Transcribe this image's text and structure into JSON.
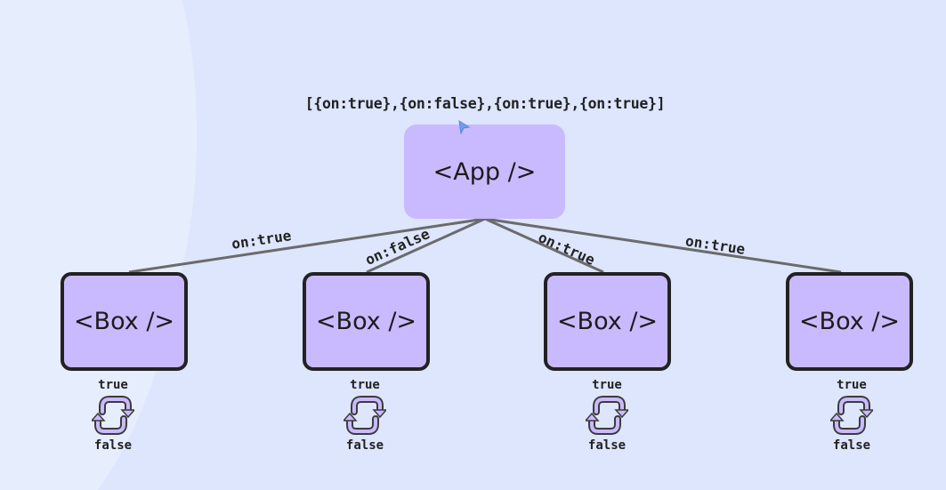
{
  "state_array": "[{on:true},{on:false},{on:true},{on:true}]",
  "app": {
    "label": "<App />"
  },
  "boxes": [
    {
      "label": "<Box />",
      "edge_label": "on:true",
      "toggle_top": "true",
      "toggle_bottom": "false"
    },
    {
      "label": "<Box />",
      "edge_label": "on:false",
      "toggle_top": "true",
      "toggle_bottom": "false"
    },
    {
      "label": "<Box />",
      "edge_label": "on:true",
      "toggle_top": "true",
      "toggle_bottom": "false"
    },
    {
      "label": "<Box />",
      "edge_label": "on:true",
      "toggle_top": "true",
      "toggle_bottom": "false"
    }
  ],
  "icons": {
    "toggle": "refresh-cycle-icon",
    "cursor": "pointer-cursor-icon"
  },
  "colors": {
    "background": "#dde6fd",
    "node_fill": "#c9baff",
    "border": "#222222",
    "edge": "#6b6b6b"
  }
}
